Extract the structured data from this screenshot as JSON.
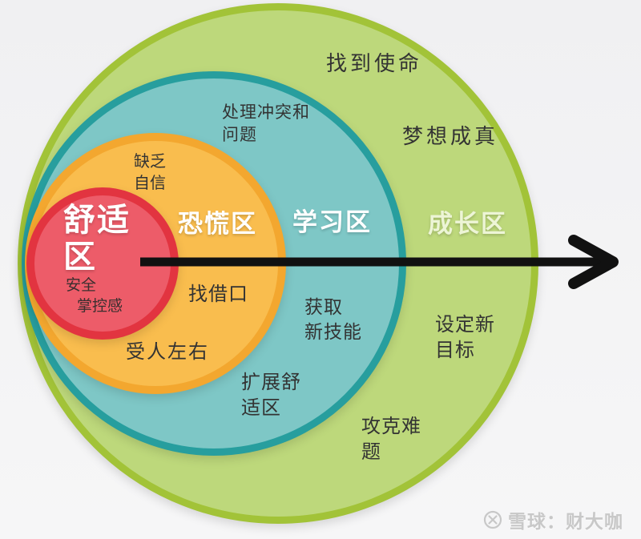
{
  "background": "#f3f3f4",
  "zones": {
    "growth": {
      "label": "成长区",
      "fill": "#bdd87b",
      "border": "#a2c338",
      "label_color": "#edf5d6",
      "notes": {
        "mission": {
          "lines": [
            "找到使命"
          ]
        },
        "dreams": {
          "lines": [
            "梦想成真"
          ]
        },
        "goals": {
          "lines": [
            "设定新",
            "目标"
          ]
        },
        "conquer": {
          "lines": [
            "攻克难",
            "题"
          ]
        }
      }
    },
    "learning": {
      "label": "学习区",
      "fill": "#7ec7c6",
      "border": "#279e9e",
      "label_color": "#ffffff",
      "notes": {
        "conflicts": {
          "lines": [
            "处理冲突和",
            "问题"
          ]
        },
        "skills": {
          "lines": [
            "获取",
            "新技能"
          ]
        },
        "expand": {
          "lines": [
            "扩展舒",
            "适区"
          ]
        }
      }
    },
    "panic": {
      "label": "恐慌区",
      "fill": "#f9bd4e",
      "border": "#f3a72f",
      "label_color": "#ffffff",
      "notes": {
        "lack_confidence": {
          "lines": [
            "缺乏",
            "自信"
          ]
        },
        "excuses": {
          "lines": [
            "找借口"
          ]
        },
        "influenced": {
          "lines": [
            "受人左右"
          ]
        }
      }
    },
    "comfort": {
      "label": "舒适区",
      "fill": "#ed5c69",
      "border": "#e23440",
      "label_color": "#ffffff",
      "notes": {
        "safety": {
          "lines": [
            "安全",
            "掌控感"
          ]
        }
      }
    }
  },
  "arrow": {
    "direction": "right",
    "color": "#111111"
  },
  "watermark": {
    "icon": "xueqiu-logo-icon",
    "text": "雪球：财大咖",
    "color": "#c8c8c8"
  }
}
